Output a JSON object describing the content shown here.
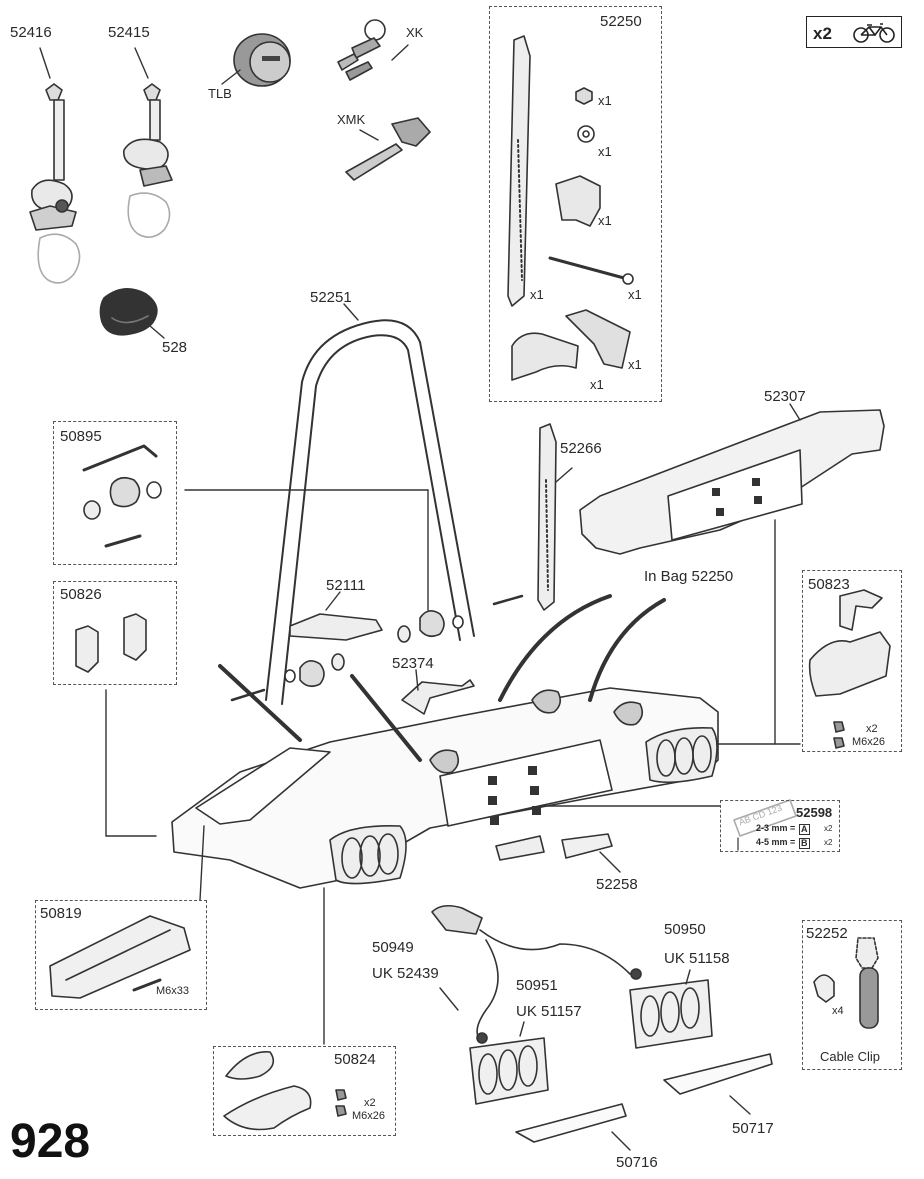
{
  "model": "928",
  "badge": {
    "quantity": "x2",
    "icon": "bicycle-icon"
  },
  "parts": {
    "p52416": "52416",
    "p52415": "52415",
    "tlb": "TLB",
    "xk": "XK",
    "xmk": "XMK",
    "p528": "528",
    "p52250": "52250",
    "p52251": "52251",
    "p50895": "50895",
    "p50826": "50826",
    "p52111": "52111",
    "p52374": "52374",
    "p52266": "52266",
    "p52307": "52307",
    "in_bag": "In Bag 52250",
    "p50823": "50823",
    "p52598": "52598",
    "p52258": "52258",
    "p50819": "50819",
    "p50949": "50949",
    "uk52439": "UK 52439",
    "p50951": "50951",
    "uk51157": "UK 51157",
    "p50950": "50950",
    "uk51158": "UK 51158",
    "p52252": "52252",
    "cable_clip": "Cable Clip",
    "p50824": "50824",
    "p50717": "50717",
    "p50716": "50716"
  },
  "quantities": {
    "x1_a": "x1",
    "x1_b": "x1",
    "x1_c": "x1",
    "x1_d": "x1",
    "x1_e": "x1",
    "x1_f": "x1",
    "x1_g": "x1",
    "x2_50823": "x2",
    "m6x26_50823": "M6x26",
    "m6x33": "M6x33",
    "x2_50824": "x2",
    "m6x26_50824": "M6x26",
    "x4": "x4"
  },
  "plate_kit": {
    "plate_text": "AB CD 123",
    "row1": "2-3 mm =",
    "row1_code": "A",
    "row1_qty": "x2",
    "row2": "4-5 mm =",
    "row2_code": "B",
    "row2_qty": "x2"
  }
}
